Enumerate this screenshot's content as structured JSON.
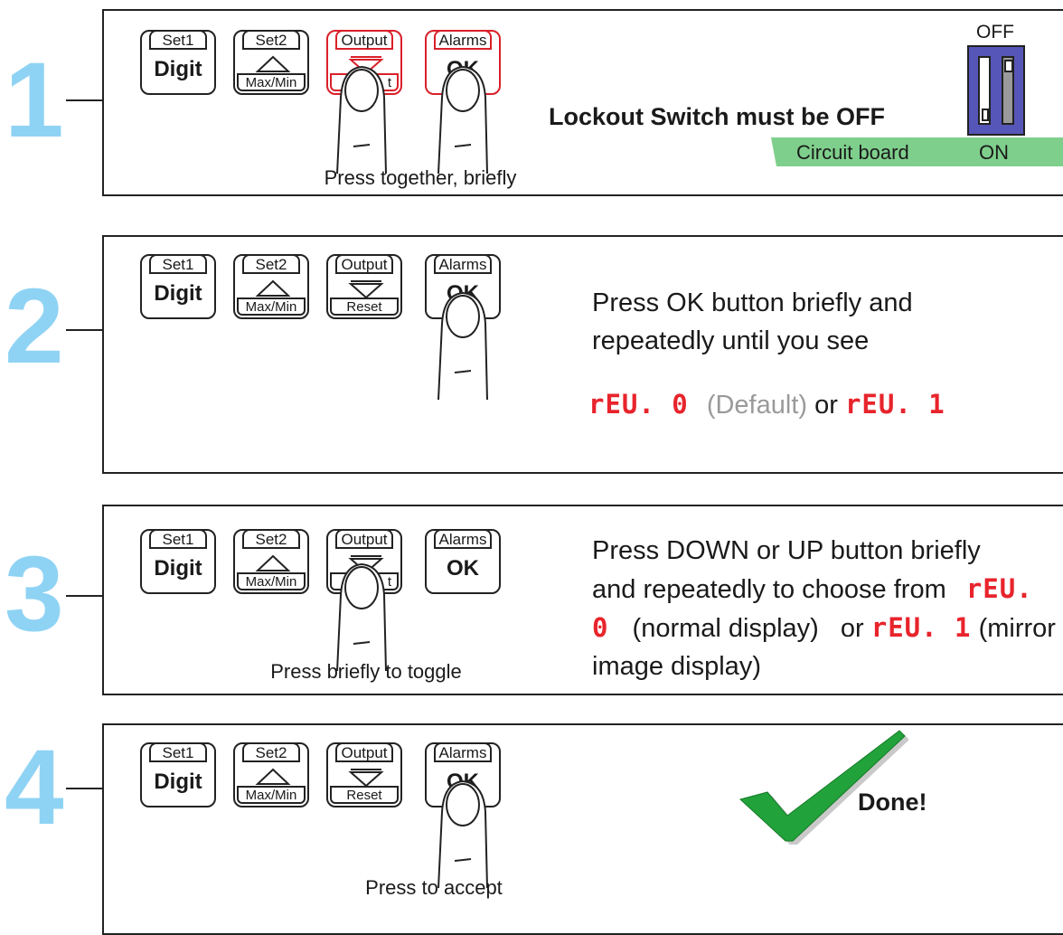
{
  "keys": {
    "set1_label": "Set1",
    "set1_main": "Digit",
    "set2_label": "Set2",
    "set2_sub": "Max/Min",
    "output_label": "Output",
    "output_sub": "Reset",
    "output_sub_covered": "t",
    "alarms_label": "Alarms",
    "alarms_main": "OK"
  },
  "steps": [
    {
      "number": "1",
      "caption": "Press together, briefly",
      "heading": "Lockout Switch must be OFF",
      "switch": {
        "off_label": "OFF",
        "on_label": "ON",
        "board_label": "Circuit board"
      }
    },
    {
      "number": "2",
      "text_line1": "Press OK button briefly and",
      "text_line2": "repeatedly until you see",
      "rev0": "rEU. 0",
      "default_label": "(Default)",
      "or_label": "or",
      "rev1": "rEU. 1"
    },
    {
      "number": "3",
      "caption": "Press briefly to toggle",
      "text_line1": "Press DOWN or UP  button briefly",
      "text_line2_a": "and repeatedly to choose from",
      "rev0_a": "rEU.",
      "rev0_b": "0",
      "text_line3_a": "(normal display)",
      "or_label": "or",
      "rev1": "rEU. 1",
      "text_line3_b": "(mirror",
      "text_line4": "image display)"
    },
    {
      "number": "4",
      "caption": "Press to accept",
      "done": "Done!"
    }
  ],
  "colors": {
    "step_number": "#8fd3f4",
    "segment_red": "#e8242c",
    "highlight_red": "#d9202a",
    "switch_blue": "#5656b8",
    "board_green": "#7fcf8c",
    "check_green": "#22a23a"
  }
}
